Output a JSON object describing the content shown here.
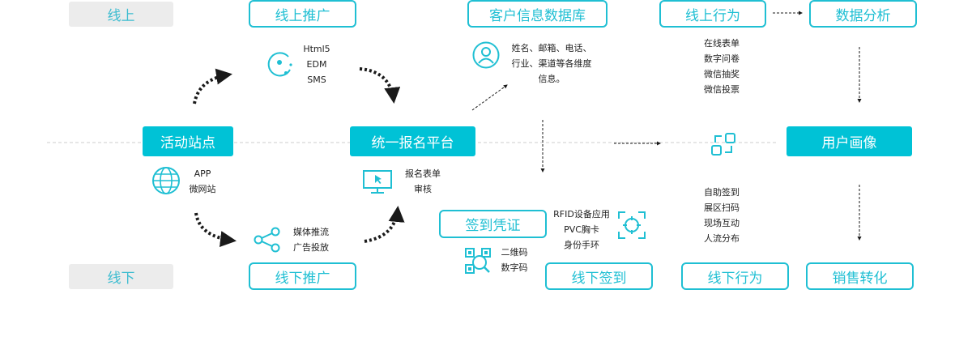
{
  "labels": {
    "online_tag": "线上",
    "offline_tag": "线下",
    "activity_site": "活动站点",
    "unified_platform": "统一报名平台",
    "user_portrait": "用户画像",
    "online_promo": "线上推广",
    "offline_promo": "线下推广",
    "customer_db": "客户信息数据库",
    "online_behavior": "线上行为",
    "data_analysis": "数据分析",
    "checkin_cert": "签到凭证",
    "offline_checkin": "线下签到",
    "offline_behavior": "线下行为",
    "sales_conversion": "销售转化"
  },
  "details": {
    "online_channels": [
      "Html5",
      "EDM",
      "SMS"
    ],
    "site_channels": [
      "APP",
      "微网站"
    ],
    "offline_channels": [
      "媒体推流",
      "广告投放"
    ],
    "platform_items": [
      "报名表单",
      "审核"
    ],
    "customer_info": [
      "姓名、邮箱、电话、",
      "行业、渠道等各维度",
      "信息。"
    ],
    "online_behaviors": [
      "在线表单",
      "数字问卷",
      "微信抽奖",
      "微信投票"
    ],
    "offline_behaviors": [
      "自助签到",
      "展区扫码",
      "现场互动",
      "人流分布"
    ],
    "checkin_methods": [
      "RFID设备应用",
      "PVC胸卡",
      "身份手环"
    ],
    "cert_types": [
      "二维码",
      "数字码"
    ]
  },
  "colors": {
    "accent": "#00c2d6",
    "outline": "#1fbfd3",
    "tag_bg": "#ececec",
    "arrow": "#1a1a1a",
    "guide_line": "#cccccc"
  },
  "icons": [
    "pointer-dots-icon",
    "globe-icon",
    "share-icon",
    "user-icon",
    "monitor-cursor-icon",
    "qr-scan-icon",
    "target-scan-icon",
    "sync-icon"
  ]
}
